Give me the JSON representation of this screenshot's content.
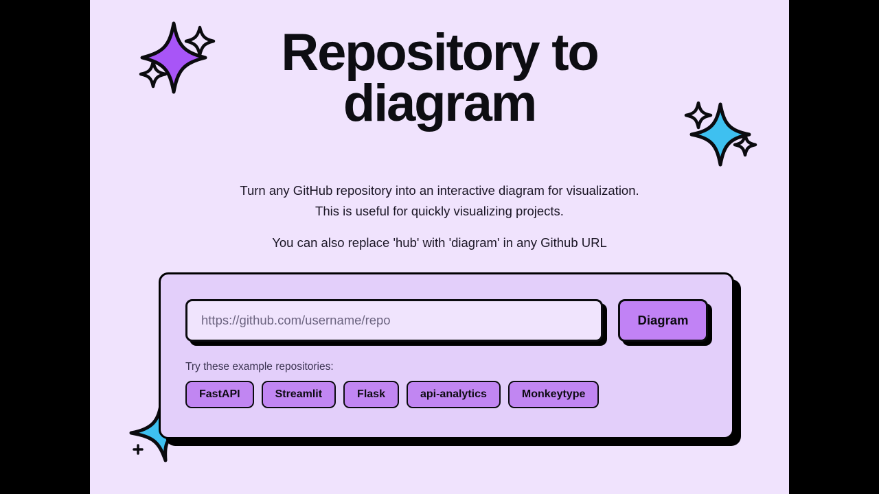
{
  "page": {
    "background_color": "#f0e3fd",
    "letterbox_color": "#000000",
    "accent_purple": "#c182f5",
    "card_color": "#e3cffa",
    "sparkle_cyan": "#3ec0f0",
    "sparkle_purple": "#a855f7"
  },
  "hero": {
    "title_line1": "Repository to",
    "title_line2": "diagram",
    "subtitle_line1": "Turn any GitHub repository into an interactive diagram for visualization.",
    "subtitle_line2": "This is useful for quickly visualizing projects.",
    "subtitle_line3": "You can also replace 'hub' with 'diagram' in any Github URL"
  },
  "form": {
    "input_value": "",
    "input_placeholder": "https://github.com/username/repo",
    "submit_label": "Diagram"
  },
  "examples": {
    "label": "Try these example repositories:",
    "items": [
      {
        "label": "FastAPI"
      },
      {
        "label": "Streamlit"
      },
      {
        "label": "Flask"
      },
      {
        "label": "api-analytics"
      },
      {
        "label": "Monkeytype"
      }
    ]
  },
  "decorations": [
    {
      "name": "sparkle-purple-top-left",
      "color": "#a855f7"
    },
    {
      "name": "sparkle-cyan-top-right",
      "color": "#3ec0f0"
    },
    {
      "name": "sparkle-cyan-bottom-left",
      "color": "#3ec0f0"
    }
  ]
}
